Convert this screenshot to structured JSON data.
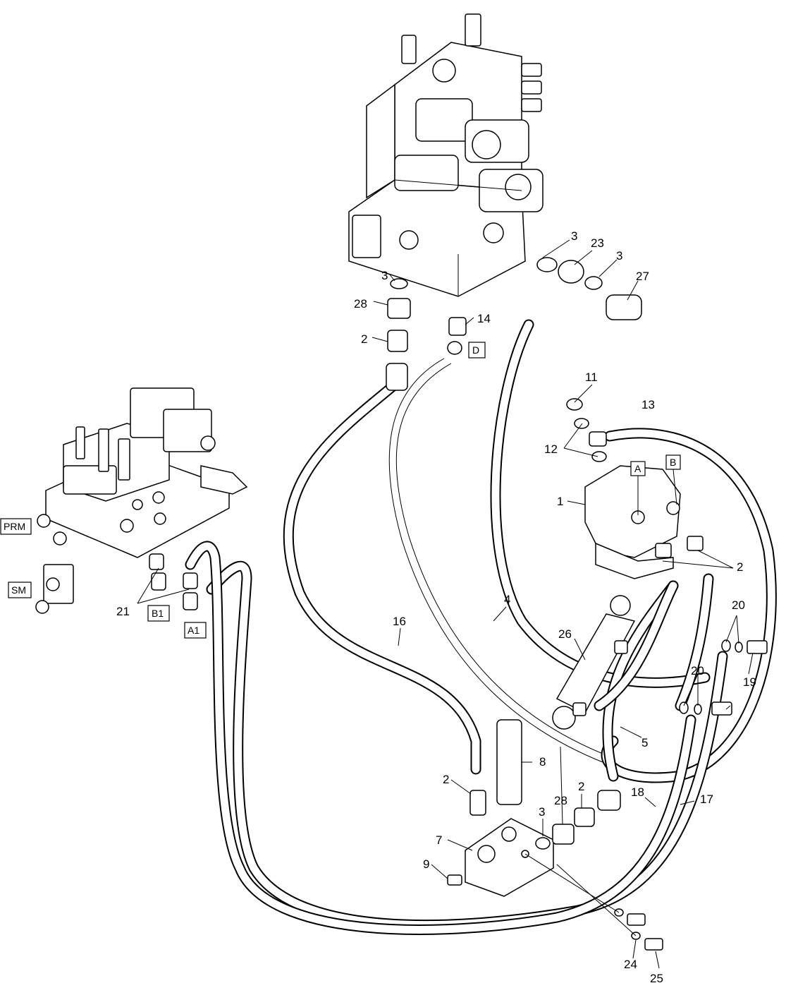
{
  "callouts": {
    "c1": "1",
    "c2_main": "2",
    "c2_motor": "2",
    "c2_valve": "2",
    "c2_right": "2",
    "c3_a": "3",
    "c3_b": "3",
    "c3_c": "3",
    "c3_d": "3",
    "c4": "4",
    "c5": "5",
    "c7": "7",
    "c8": "8",
    "c9": "9",
    "c11": "11",
    "c12": "12",
    "c13": "13",
    "c14": "14",
    "c16": "16",
    "c17": "17",
    "c18": "18",
    "c19": "19",
    "c20_a": "20",
    "c20_b": "20",
    "c21": "21",
    "c23": "23",
    "c24": "24",
    "c25": "25",
    "c26": "26",
    "c27": "27",
    "c28_a": "28",
    "c28_b": "28"
  },
  "port_tags": {
    "prm": "PRM",
    "sm": "SM",
    "b1": "B1",
    "a1": "A1",
    "d": "D",
    "a": "A",
    "b": "B"
  }
}
